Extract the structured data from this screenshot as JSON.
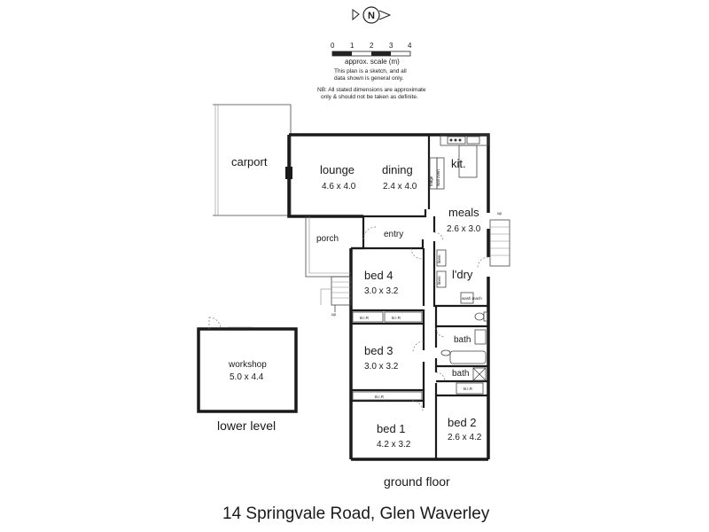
{
  "address": "14 Springvale Road, Glen Waverley",
  "compass": {
    "letter": "N"
  },
  "scale": {
    "ticks": [
      "0",
      "1",
      "2",
      "3",
      "4"
    ],
    "label": "approx. scale (m)",
    "note_lines": [
      "This plan is a sketch, and all",
      "data shown is general only."
    ],
    "disclaimer_lines": [
      "NB: All stated dimensions are approximate",
      "only & should not be taken as definite."
    ]
  },
  "levels": {
    "ground": "ground floor",
    "lower": "lower level"
  },
  "rooms": {
    "carport": {
      "name": "carport"
    },
    "lounge": {
      "name": "lounge",
      "size": "4.6 x 4.0"
    },
    "dining": {
      "name": "dining",
      "size": "2.4 x 4.0"
    },
    "kitchen": {
      "name": "kit."
    },
    "meals": {
      "name": "meals",
      "size": "2.6 x 3.0"
    },
    "porch": {
      "name": "porch"
    },
    "entry": {
      "name": "entry"
    },
    "bed4": {
      "name": "bed 4",
      "size": "3.0 x 3.2"
    },
    "laundry": {
      "name": "l'dry"
    },
    "bed3": {
      "name": "bed 3",
      "size": "3.0 x 3.2"
    },
    "bath1": {
      "name": "bath"
    },
    "bath2": {
      "name": "bath"
    },
    "bed1": {
      "name": "bed 1",
      "size": "4.2 x 3.2"
    },
    "bed2": {
      "name": "bed 2",
      "size": "2.6 x 4.2"
    },
    "workshop": {
      "name": "workshop",
      "size": "5.0 x 4.4"
    }
  },
  "fixtures": {
    "bir": "B.I.R",
    "fridge": "fridge",
    "wall_oven": "wall oven",
    "linen": "linen",
    "up": "up",
    "washer": "wash mach"
  }
}
